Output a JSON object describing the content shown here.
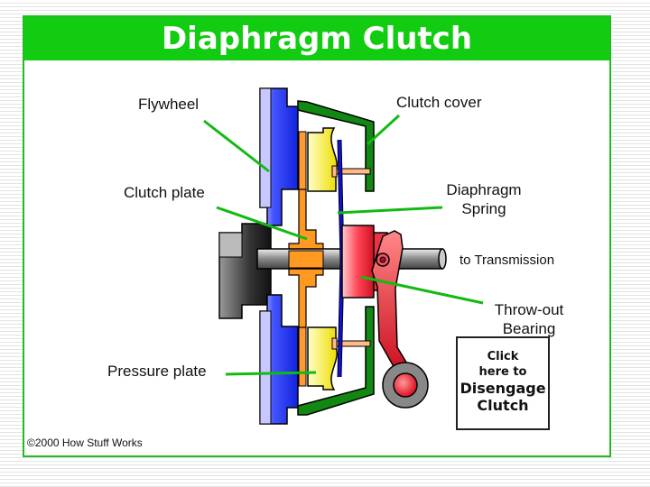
{
  "title": "Diaphragm Clutch",
  "labels": {
    "flywheel": "Flywheel",
    "clutch_cover": "Clutch cover",
    "clutch_plate": "Clutch plate",
    "diaphragm_spring_line1": "Diaphragm",
    "diaphragm_spring_line2": "Spring",
    "to_transmission": "to Transmission",
    "throwout_line1": "Throw-out",
    "throwout_line2": "Bearing",
    "pressure_plate": "Pressure plate"
  },
  "copyright": "©2000 How Stuff Works",
  "click_button": {
    "line1": "Click",
    "line2": "here to",
    "line3": "Disengage",
    "line4": "Clutch"
  },
  "colors": {
    "title_bar": "#11cc11",
    "flywheel": "#2233ee",
    "pressure_plate": "#ffee44",
    "clutch_plate": "#ff9922",
    "clutch_cover": "#118811",
    "diaphragm_spring": "#1111cc",
    "throwout_bearing": "#ee3344",
    "shaft": "#999999",
    "leader_lines": "#11bb11"
  }
}
